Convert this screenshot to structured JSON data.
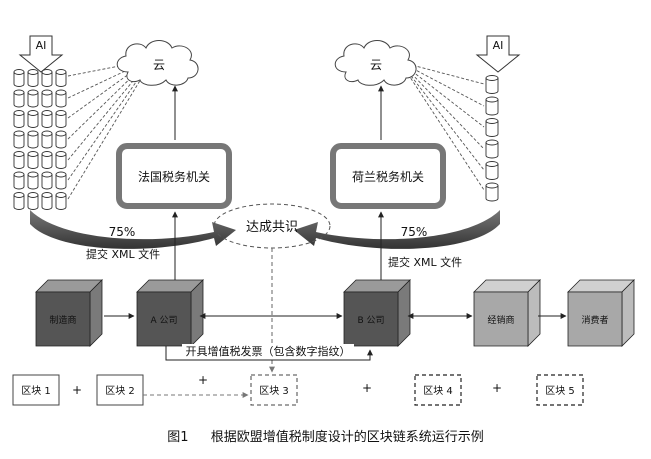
{
  "ai_left": "AI",
  "ai_right": "AI",
  "cloud_left": "云",
  "cloud_right": "云",
  "tax_left": "法国税务机关",
  "tax_right": "荷兰税务机关",
  "consensus": "达成共识",
  "pct_left": "75%",
  "pct_right": "75%",
  "submit_left": "提交 XML 文件",
  "submit_right": "提交 XML 文件",
  "cube_manufacturer": "制造商",
  "cube_a": "A 公司",
  "cube_b": "B 公司",
  "cube_distributor": "经销商",
  "cube_consumer": "消费者",
  "invoice": "开具增值税发票（包含数字指纹）",
  "block1": "区块 1",
  "block2": "区块 2",
  "block3": "区块 3",
  "block4": "区块 4",
  "block5": "区块 5",
  "plus": "+",
  "caption_num": "图1",
  "caption_text": "根据欧盟增值税制度设计的区块链系统运行示例"
}
